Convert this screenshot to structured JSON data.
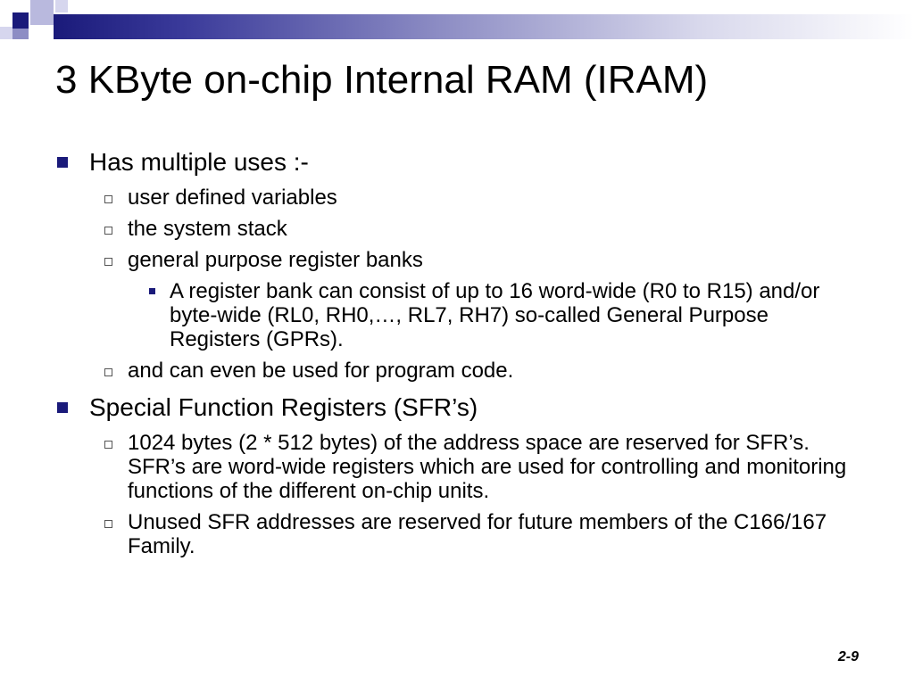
{
  "slide": {
    "title": "3 KByte on-chip Internal RAM (IRAM)",
    "page_number": "2-9",
    "bullets": [
      {
        "text": "Has multiple uses :-",
        "sub": [
          {
            "text": "user defined variables"
          },
          {
            "text": "the system stack"
          },
          {
            "text": "general purpose register banks",
            "sub": [
              {
                "text": "A register bank can consist of up to 16 word-wide (R0 to R15) and/or byte-wide (RL0, RH0,…, RL7, RH7) so-called General Purpose Registers (GPRs)."
              }
            ]
          },
          {
            "text": "and can even be used for program code."
          }
        ]
      },
      {
        "text": "Special Function Registers (SFR’s)",
        "sub": [
          {
            "text": "1024 bytes (2 * 512 bytes) of the address space are reserved for SFR’s. SFR’s are word-wide registers which are used for controlling and monitoring functions of the different on-chip units."
          },
          {
            "text": "Unused SFR addresses are reserved for future members of the C166/167 Family."
          }
        ]
      }
    ]
  },
  "colors": {
    "accent": "#1a1a7a",
    "text": "#000000",
    "background": "#ffffff"
  }
}
